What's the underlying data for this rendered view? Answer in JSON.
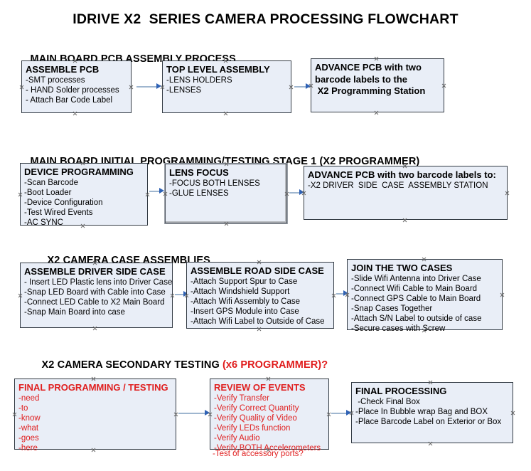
{
  "title": "IDRIVE X2  SERIES CAMERA PROCESSING FLOWCHART",
  "colors": {
    "node_fill": "#e9eef7",
    "node_border": "#333b44",
    "accent_red": "#e02020",
    "connector_line": "#9fb6cf",
    "connector_arrow": "#2f62b5",
    "text": "#000000"
  },
  "sections": [
    {
      "id": "main-board-pcb-assembly",
      "header": "MAIN BOARD PCB ASSEMBLY PROCESS",
      "header_accent": "",
      "nodes": [
        {
          "id": "assemble-pcb",
          "title": "ASSEMBLE PCB",
          "lines": [
            "-SMT processes",
            "- HAND Solder processes",
            "- Attach Bar Code Label"
          ]
        },
        {
          "id": "top-level-assembly",
          "title": "TOP LEVEL ASSEMBLY",
          "lines": [
            "-LENS HOLDERS",
            "-LENSES"
          ]
        },
        {
          "id": "advance-pcb-to-x2-programming-station",
          "title": "ADVANCE PCB with two\nbarcode labels to the\n X2 Programming Station",
          "lines": []
        }
      ]
    },
    {
      "id": "main-board-initial-programming",
      "header": "MAIN BOARD INITIAL PROGRAMMING/TESTING STAGE 1 (X2 PROGRAMMER)",
      "header_accent": "",
      "nodes": [
        {
          "id": "device-programming",
          "title": "DEVICE PROGRAMMING",
          "lines": [
            "-Scan Barcode",
            "-Boot Loader",
            "-Device Configuration",
            "-Test Wired Events",
            "-AC SYNC"
          ]
        },
        {
          "id": "lens-focus",
          "title": "LENS FOCUS",
          "lines": [
            "-FOCUS BOTH LENSES",
            "-GLUE LENSES"
          ]
        },
        {
          "id": "advance-pcb-to-driver-side-case",
          "title": "ADVANCE PCB with two barcode labels to:",
          "lines": [
            "-X2 DRIVER  SIDE  CASE  ASSEMBLY STATION"
          ]
        }
      ]
    },
    {
      "id": "x2-camera-case-assemblies",
      "header": "X2 CAMERA CASE ASSEMBLIES",
      "header_accent": "",
      "nodes": [
        {
          "id": "assemble-driver-side-case",
          "title": "ASSEMBLE DRIVER SIDE CASE",
          "lines": [
            "- Insert LED Plastic lens into Driver Case",
            "-Snap LED Board with Cable into Case",
            "-Connect LED Cable to X2 Main Board",
            "-Snap Main Board into case"
          ]
        },
        {
          "id": "assemble-road-side-case",
          "title": "ASSEMBLE ROAD SIDE CASE",
          "lines": [
            "-Attach Support Spur to Case",
            "-Attach Windshield Support",
            "-Attach Wifi Assembly to Case",
            "-Insert GPS Module into Case",
            "-Attach Wifi Label to Outside of Case"
          ]
        },
        {
          "id": "join-the-two-cases",
          "title": "JOIN THE TWO CASES",
          "lines": [
            "-Slide Wifi Antenna into Driver Case",
            "-Connect Wifi Cable to Main Board",
            "-Connect GPS Cable to Main Board",
            "-Snap Cases Together",
            "-Attach S/N Label to outside of case",
            "-Secure cases with Screw"
          ]
        }
      ]
    },
    {
      "id": "x2-camera-secondary-testing",
      "header": "X2 CAMERA SECONDARY TESTING ",
      "header_accent": "(x6 PROGRAMMER)?",
      "nodes": [
        {
          "id": "final-programming-testing",
          "title": "FINAL PROGRAMMING / TESTING",
          "lines": [
            "-need",
            "-to",
            "-know",
            "-what",
            "-goes",
            "-here"
          ]
        },
        {
          "id": "review-of-events",
          "title": "REVIEW OF EVENTS",
          "lines": [
            "-Verify Transfer",
            "-Verify Correct Quantity",
            "-Verify Quality of Video",
            "-Verify LEDs function",
            "-Verify Audio",
            "-Verify BOTH Accelerometers"
          ],
          "overflow_line": "-Test of accessory ports?"
        },
        {
          "id": "final-processing",
          "title": "FINAL PROCESSING",
          "lines": [
            " -Check Final Box",
            "-Place In Bubble wrap Bag and BOX",
            "-Place Barcode Label on Exterior or Box"
          ]
        }
      ]
    }
  ]
}
